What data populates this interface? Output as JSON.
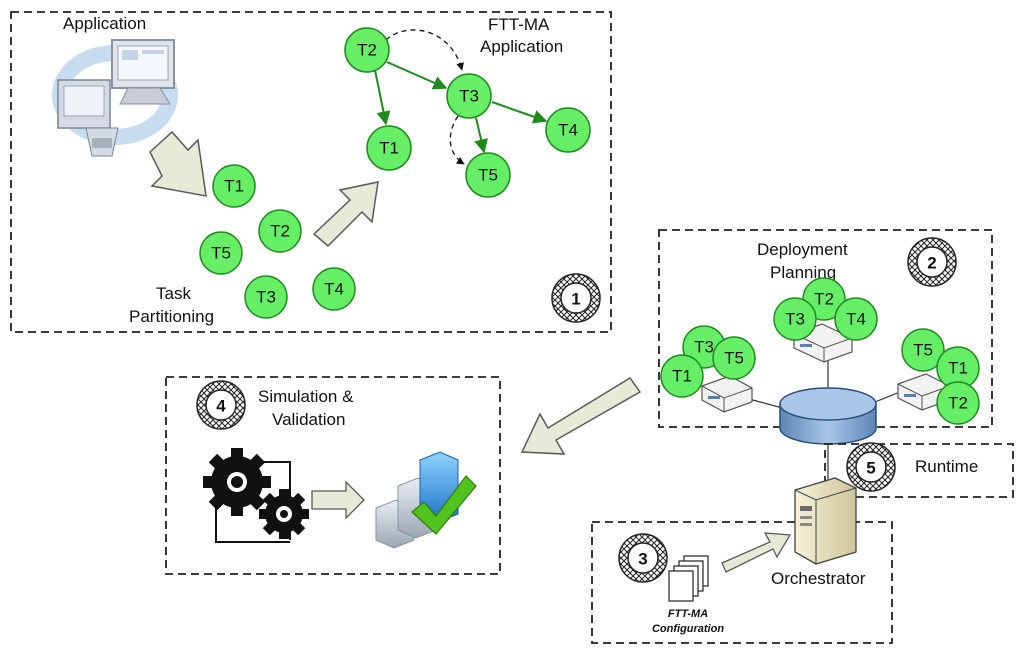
{
  "app_label": "Application",
  "fttma_app_label_1": "FTT-MA",
  "fttma_app_label_2": "Application",
  "task_partitioning_1": "Task",
  "task_partitioning_2": "Partitioning",
  "deployment_1": "Deployment",
  "deployment_2": "Planning",
  "simulation_1": "Simulation &",
  "simulation_2": "Validation",
  "runtime_label": "Runtime",
  "orchestrator_label": "Orchestrator",
  "config_1": "FTT-MA",
  "config_2": "Configuration",
  "step_numbers": [
    "1",
    "2",
    "3",
    "4",
    "5"
  ],
  "tasks": [
    "T1",
    "T2",
    "T3",
    "T4",
    "T5"
  ],
  "colors": {
    "task_fill": "#66ee66",
    "task_stroke": "#1f8a1f",
    "graph_edge": "#1e8a1e",
    "big_arrow_fill": "#e6ead7",
    "big_arrow_stroke": "#5a5a5a",
    "db_fill": "#90b4dc"
  }
}
